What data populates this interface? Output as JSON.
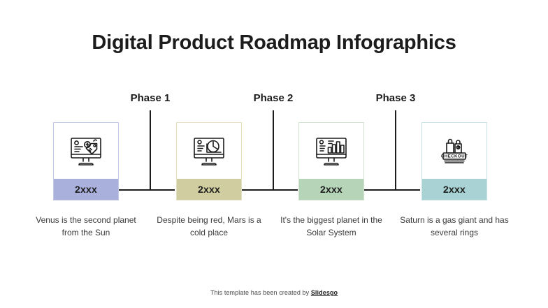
{
  "title": "Digital Product Roadmap Infographics",
  "phases": [
    {
      "label": "Phase 1"
    },
    {
      "label": "Phase 2"
    },
    {
      "label": "Phase 3"
    }
  ],
  "milestones": [
    {
      "year": "2xxx",
      "caption": "Venus is the second planet from the Sun",
      "icon": "monitor-price-tags-icon",
      "band_color": "#aab0dc",
      "card_border_color": "#c3c7e6"
    },
    {
      "year": "2xxx",
      "caption": "Despite being red, Mars is a cold place",
      "icon": "monitor-pie-chart-icon",
      "band_color": "#d0cea0",
      "card_border_color": "#e3e1c2"
    },
    {
      "year": "2xxx",
      "caption": "It's the biggest planet in the Solar System",
      "icon": "monitor-bar-chart-icon",
      "band_color": "#b6d4b8",
      "card_border_color": "#cfe3d0"
    },
    {
      "year": "2xxx",
      "caption": "Saturn is a gas giant and has several rings",
      "icon": "checkout-shopping-bag-icon",
      "band_color": "#a8d2d4",
      "card_border_color": "#c6e2e4"
    }
  ],
  "footer": {
    "text": "This template has been created by ",
    "brand": "Slidesgo"
  },
  "colors": {
    "background": "#ffffff",
    "text": "#1c1c1c",
    "caption_text": "#3a3a3a",
    "connector": "#1c1c1c"
  }
}
